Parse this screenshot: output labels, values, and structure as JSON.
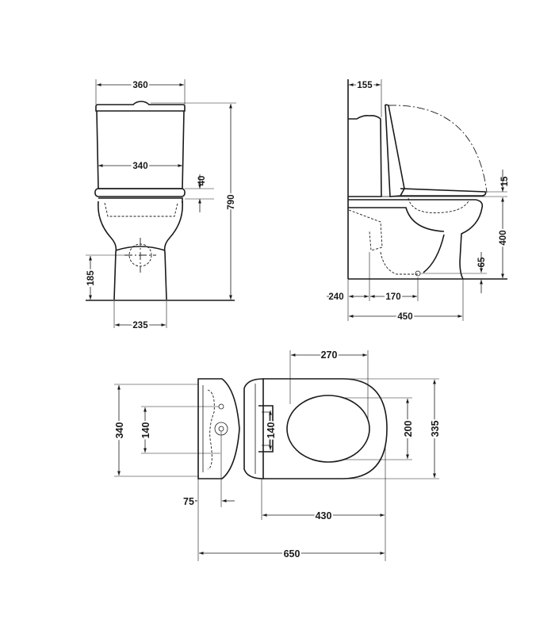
{
  "front_view": {
    "dim_width_top": "360",
    "dim_width_seat": "340",
    "dim_lid_gap": "40",
    "dim_height_total": "790",
    "dim_outlet_height": "185",
    "dim_base_width": "235"
  },
  "side_view": {
    "dim_tank_depth": "155",
    "dim_seat_offset": "15",
    "dim_seat_height": "400",
    "dim_outlet_center": "65",
    "dim_wall_to_outlet": "240",
    "dim_outlet_span": "170",
    "dim_base_depth": "450"
  },
  "top_view": {
    "dim_seat_opening_width": "270",
    "dim_tank_width": "340",
    "dim_fixing_spacing_tank": "140",
    "dim_fixing_spacing_pan": "140",
    "dim_seat_opening_depth": "200",
    "dim_pan_width": "335",
    "dim_wall_to_fixing": "75",
    "dim_pan_length": "430",
    "dim_total_length": "650"
  }
}
